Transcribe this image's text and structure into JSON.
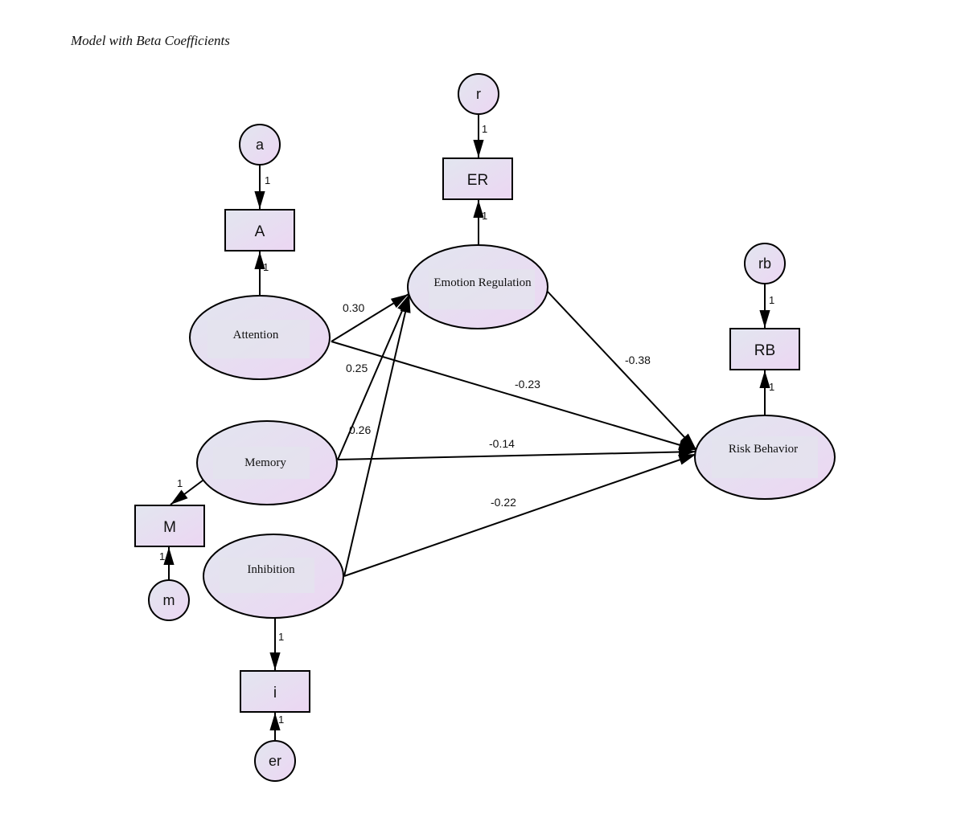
{
  "title": "Model with Beta Coefficients",
  "colors": {
    "fill_start": "#e2e6ef",
    "fill_end": "#ecd6f3",
    "stroke": "#000000",
    "label_box": "#e3e4ee"
  },
  "latent": {
    "attention": "Attention",
    "memory": "Memory",
    "inhibition": "Inhibition",
    "emotion_regulation": "Emotion Regulation",
    "risk_behavior": "Risk Behavior"
  },
  "observed": {
    "A": "A",
    "M": "M",
    "i": "i",
    "ER": "ER",
    "RB": "RB"
  },
  "errors": {
    "a": "a",
    "m": "m",
    "er": "er",
    "r": "r",
    "rb": "rb"
  },
  "loadings": {
    "a_A": "1",
    "attention_A": "1",
    "memory_M": "1",
    "m_M": "1",
    "inhibition_i": "1",
    "er_i": "1",
    "r_ER": "1",
    "emotion_ER": "1",
    "rb_RB": "1",
    "risk_RB": "1"
  },
  "paths": {
    "attention_to_emotion": "0.30",
    "memory_to_emotion": "0.25",
    "inhibition_to_emotion": "0.26",
    "attention_to_risk": "-0.23",
    "memory_to_risk": "-0.14",
    "inhibition_to_risk": "-0.22",
    "emotion_to_risk": "-0.38"
  }
}
